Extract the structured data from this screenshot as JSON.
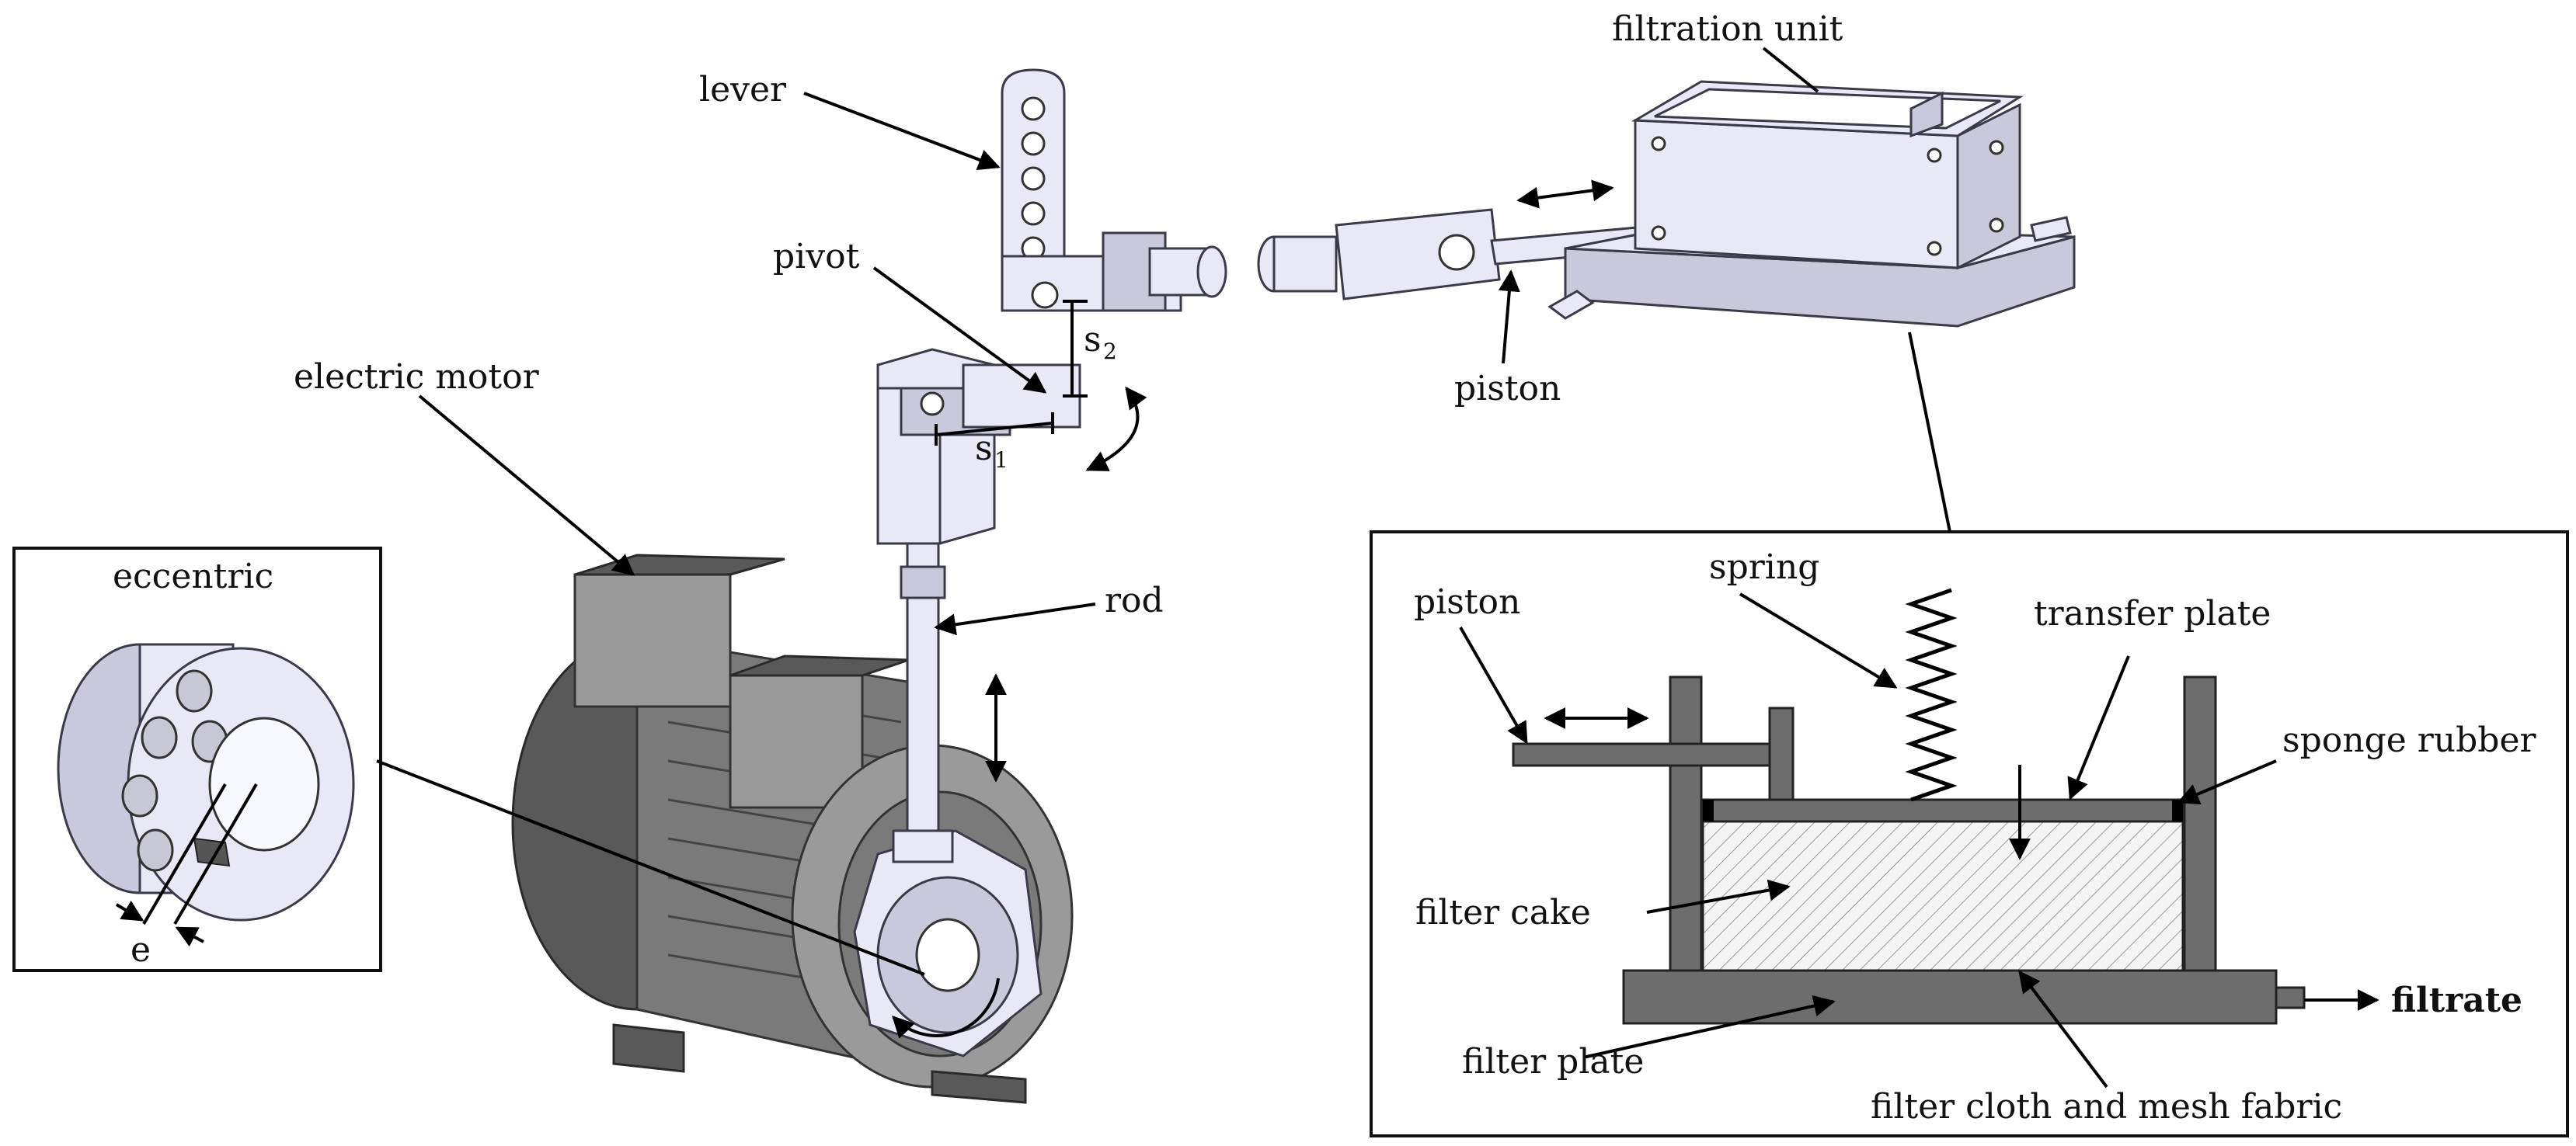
{
  "labels": {
    "filtration_unit": "filtration unit",
    "lever": "lever",
    "pivot": "pivot",
    "s2_base": "s",
    "s2_sub": "2",
    "s1_base": "s",
    "s1_sub": "1",
    "electric_motor": "electric motor",
    "piston_top": "piston",
    "eccentric": "eccentric",
    "e": "e",
    "rod": "rod",
    "piston_detail": "piston",
    "spring": "spring",
    "transfer_plate": "transfer plate",
    "sponge_rubber": "sponge rubber",
    "filter_cake": "filter cake",
    "filter_plate": "filter plate",
    "filter_cloth": "filter cloth and mesh fabric",
    "filtrate": "filtrate"
  },
  "colors": {
    "part_fill": "#e8e8f7",
    "motor_gray": "#7a7a7a",
    "schematic_gray": "#6d6d6d"
  }
}
